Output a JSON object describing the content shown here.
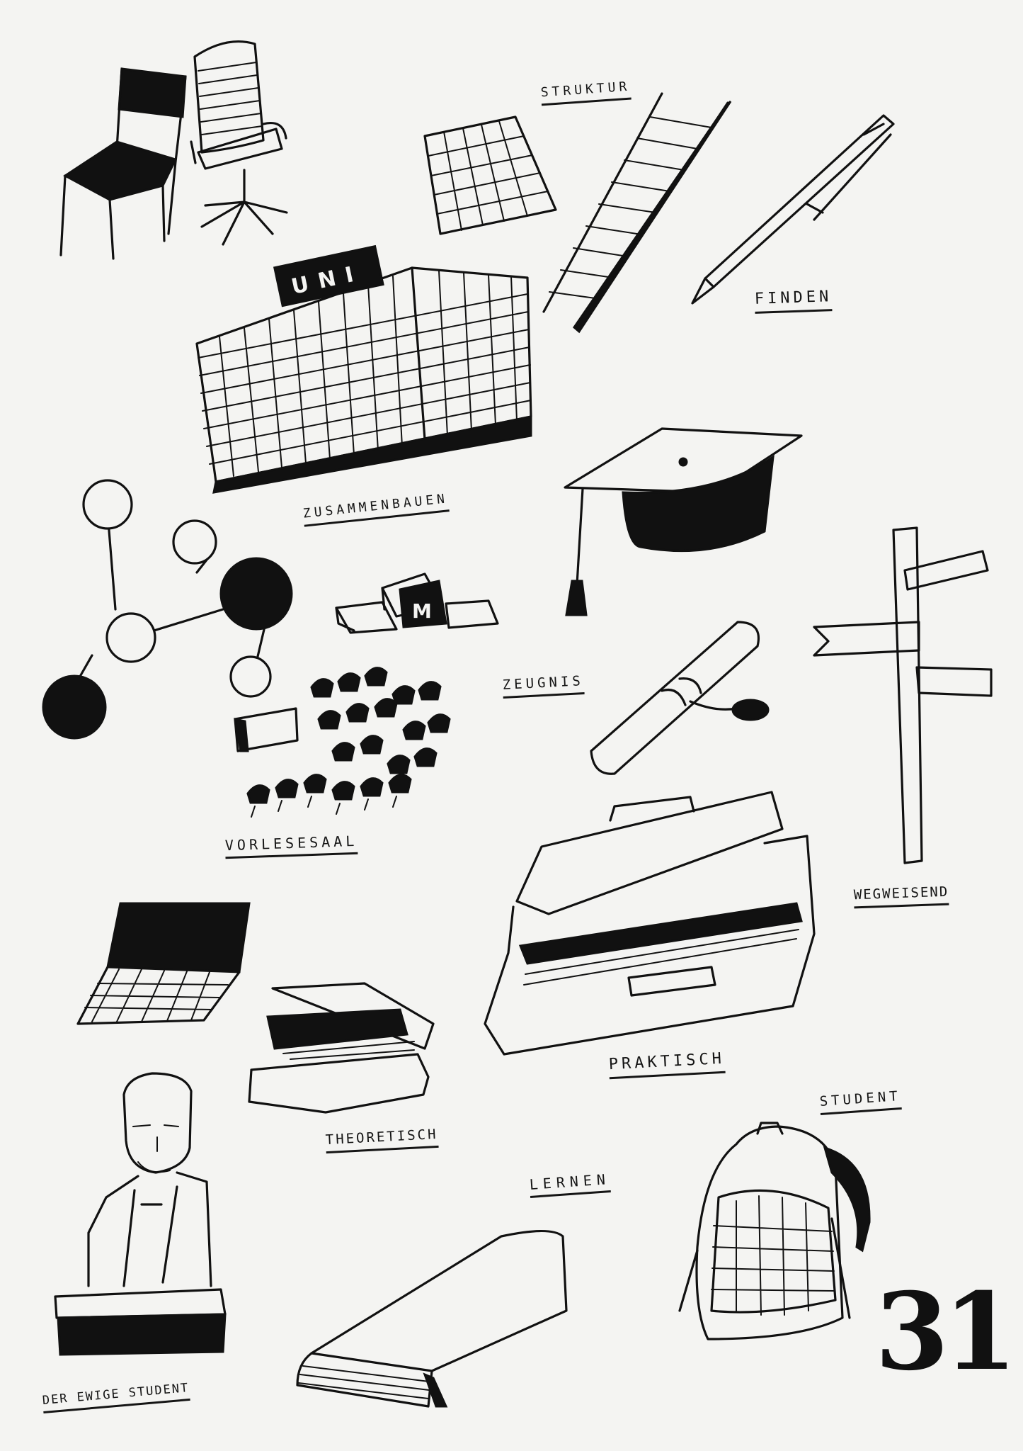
{
  "labels": {
    "struktur": "STRUKTUR",
    "finden": "FINDEN",
    "zusammenbauen": "ZUSAMMENBAUEN",
    "zeugnis": "ZEUGNIS",
    "vorlesesaal": "VORLESESAAL",
    "wegweisend": "WEGWEISEND",
    "praktisch": "PRAKTISCH",
    "theoretisch": "THEORETISCH",
    "student": "STUDENT",
    "lernen": "LERNEN",
    "der_ewige_student": "DER EWIGE STUDENT"
  },
  "building_sign": "UNI",
  "block_letter": "M",
  "page_number": "31",
  "icons": [
    "chair-icon",
    "office-chair-icon",
    "grid-icon",
    "ladder-icon",
    "pen-icon",
    "university-building-icon",
    "graduation-cap-icon",
    "molecule-icon",
    "building-blocks-icon",
    "diploma-scroll-icon",
    "signpost-icon",
    "lecture-hall-icon",
    "briefcase-icon",
    "laptop-icon",
    "card-box-icon",
    "bust-icon",
    "book-icon",
    "backpack-icon"
  ]
}
